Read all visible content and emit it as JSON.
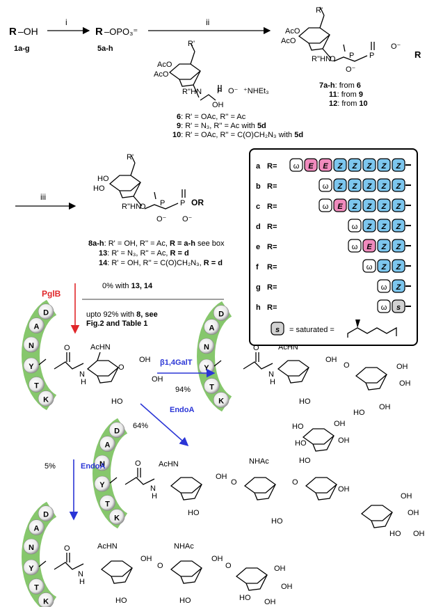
{
  "top": {
    "r_oh": "R",
    "r_oh_tail": "–OH",
    "r_oh_label": "1a-g",
    "step_i": "i",
    "r_opo3": "R",
    "r_opo3_tail": "–OPO₃⁼",
    "r_opo3_label": "5a-h",
    "step_ii": "ii",
    "reagent": {
      "ac1": "AcO",
      "ac2": "AcO",
      "rp": "R'",
      "rpp": "R''HN",
      "om": "O⁻",
      "oh": "OH",
      "net": "⁺NHEt₃"
    },
    "defs": [
      {
        "num": "6",
        "text": ": R' = OAc, R'' = Ac"
      },
      {
        "num": "9",
        "text": ": R' = N₃,    R'' = Ac with ",
        "ref": "5d"
      },
      {
        "num": "10",
        "text": ": R' = OAc, R'' = C(O)CH₂N₃ with ",
        "ref": "5d"
      }
    ],
    "product": {
      "ac1": "AcO",
      "ac2": "AcO",
      "rp": "R'",
      "rpp": "R''HN",
      "o": "O",
      "r": "R",
      "om1": "O⁻",
      "om2": "O⁻"
    },
    "from": [
      {
        "num": "7a-h",
        "text": ": from ",
        "ref": "6"
      },
      {
        "num": "11",
        "text": ": from ",
        "ref": "9"
      },
      {
        "num": "12",
        "text": ": from ",
        "ref": "10"
      }
    ]
  },
  "mid": {
    "step_iii": "iii",
    "sugar": {
      "ho1": "HO",
      "ho2": "HO",
      "rp": "R'",
      "rpp": "R''HN",
      "o": "O",
      "r": "OR",
      "om1": "O⁻",
      "om2": "O⁻"
    },
    "defs": [
      {
        "num": "8a-h",
        "text": ": R' = OH,    R'' = Ac, ",
        "ref": "R = a-h",
        "tail": " see box"
      },
      {
        "num": "13",
        "text": ": R' = N₃,      R'' = Ac, ",
        "ref": "R = d",
        "tail": ""
      },
      {
        "num": "14",
        "text": ": R' = OH, R'' = C(O)CH₂N₃, ",
        "ref": "R = d",
        "tail": ""
      }
    ]
  },
  "box": {
    "rows": [
      {
        "letter": "a",
        "label": "R=",
        "seq": [
          "E",
          "E",
          "Z",
          "Z",
          "Z",
          "Z",
          "Z"
        ]
      },
      {
        "letter": "b",
        "label": "R=",
        "seq": [
          "Z",
          "Z",
          "Z",
          "Z",
          "Z"
        ]
      },
      {
        "letter": "c",
        "label": "R=",
        "seq": [
          "E",
          "Z",
          "Z",
          "Z",
          "Z"
        ]
      },
      {
        "letter": "d",
        "label": "R=",
        "seq": [
          "Z",
          "Z",
          "Z"
        ]
      },
      {
        "letter": "e",
        "label": "R=",
        "seq": [
          "E",
          "Z",
          "Z"
        ]
      },
      {
        "letter": "f",
        "label": "R=",
        "seq": [
          "Z",
          "Z"
        ]
      },
      {
        "letter": "g",
        "label": "R=",
        "seq": [
          "Z"
        ]
      },
      {
        "letter": "h",
        "label": "R=",
        "seq": [
          "s"
        ]
      }
    ],
    "omega": "ω",
    "sat_symbol": "s",
    "sat_text": "= saturated ="
  },
  "arrows": {
    "pglb": "PglB",
    "zero": "0% with ",
    "zero_ref": "13, 14",
    "upto": "upto 92% with ",
    "upto_ref": "8, see",
    "upto2": "Fig.2 and Table 1",
    "galt": "β1,4GalT",
    "galt_yield": "94%",
    "endo_a1": "EndoA",
    "endo_a1_yield": "64%",
    "endo_a2": "EndoA",
    "endo_a2_yield": "5%"
  },
  "peptide": [
    "D",
    "A",
    "N",
    "Y",
    "T",
    "K"
  ],
  "glyco": {
    "achn": "AcHN",
    "nhac": "NHAc",
    "o": "O",
    "h": "H",
    "n": "N",
    "oh": "OH",
    "ho": "HO"
  },
  "colors": {
    "red": "#e0262a",
    "blue": "#2a35d6",
    "pink": "#f08bbd",
    "sky": "#7cc6ee",
    "green": "#79c15c",
    "grey": "#d2d2d2"
  }
}
